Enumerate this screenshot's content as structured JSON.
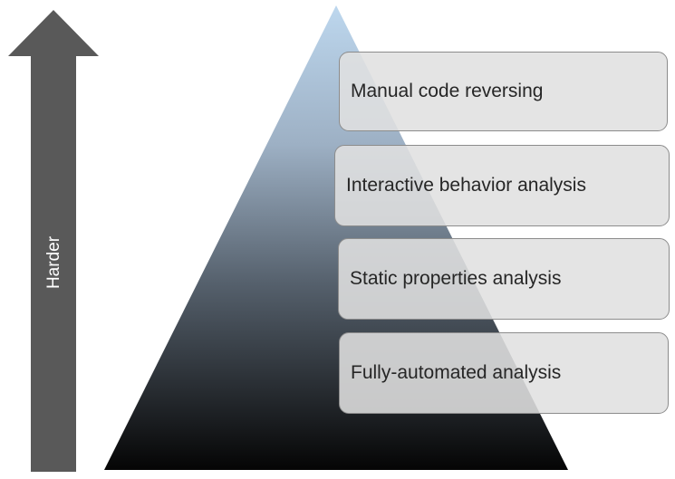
{
  "arrow": {
    "label": "Harder",
    "color": "#595959"
  },
  "pyramid": {
    "gradient_top": "#bdd7ee",
    "gradient_bottom": "#050505"
  },
  "levels": [
    {
      "label": "Manual code reversing"
    },
    {
      "label": "Interactive behavior analysis"
    },
    {
      "label": "Static properties analysis"
    },
    {
      "label": "Fully-automated analysis"
    }
  ]
}
